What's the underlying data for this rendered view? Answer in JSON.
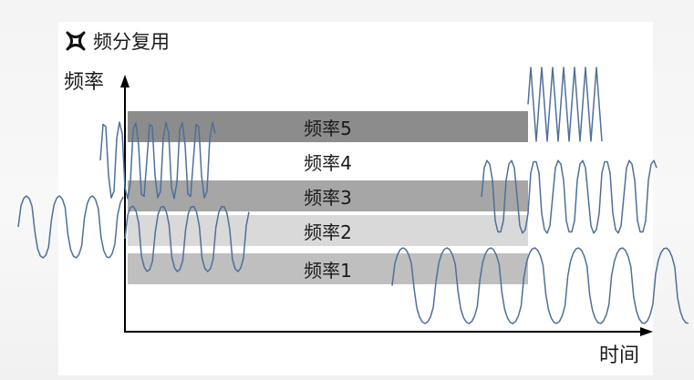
{
  "slide": {
    "title": "频分复用",
    "title_icon": "quad-curve-icon"
  },
  "axes": {
    "y_label": "频率",
    "x_label": "时间"
  },
  "bands": [
    {
      "label": "频率5",
      "color": "#8c8c8c"
    },
    {
      "label": "频率4",
      "color": "#ffffff"
    },
    {
      "label": "频率3",
      "color": "#a6a6a6"
    },
    {
      "label": "频率2",
      "color": "#d9d9d9"
    },
    {
      "label": "频率1",
      "color": "#bfbfbf"
    }
  ],
  "colors": {
    "signal": "#4f6f9a",
    "axis": "#000000"
  }
}
